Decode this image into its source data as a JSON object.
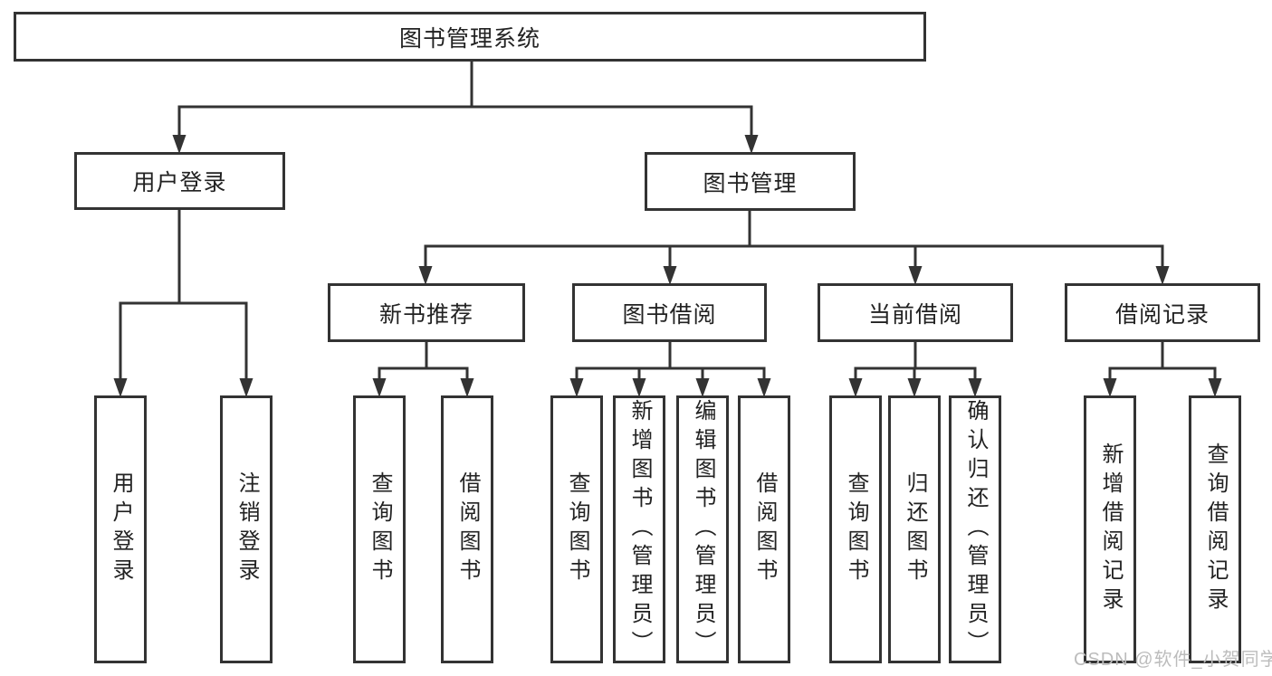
{
  "diagram": {
    "root": {
      "label": "图书管理系统"
    },
    "branches": [
      {
        "label": "用户登录",
        "leaves": [
          "用户登录",
          "注销登录"
        ]
      },
      {
        "label": "图书管理",
        "groups": [
          {
            "label": "新书推荐",
            "leaves": [
              "查询图书",
              "借阅图书"
            ]
          },
          {
            "label": "图书借阅",
            "leaves": [
              "查询图书",
              "新增图书（管理员）",
              "编辑图书（管理员）",
              "借阅图书"
            ]
          },
          {
            "label": "当前借阅",
            "leaves": [
              "查询图书",
              "归还图书",
              "确认归还（管理员）"
            ]
          },
          {
            "label": "借阅记录",
            "leaves": [
              "新增借阅记录",
              "查询借阅记录"
            ]
          }
        ]
      }
    ]
  },
  "watermark": {
    "text": "CSDN @软件_小贺同学"
  },
  "colors": {
    "line": "#333333",
    "border": "#333333",
    "text": "#222222",
    "watermark": "#bcbcbc",
    "background": "#ffffff"
  }
}
